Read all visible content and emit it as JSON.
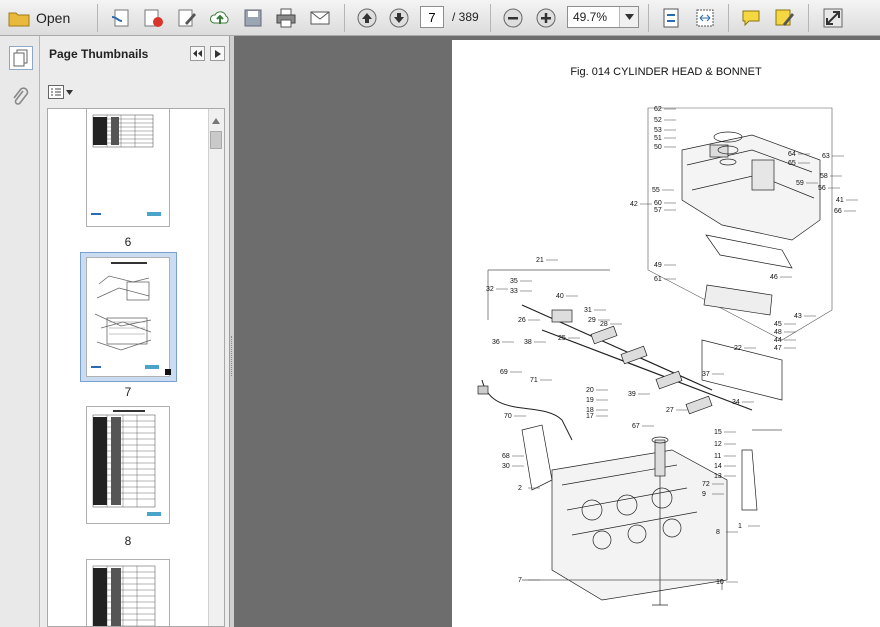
{
  "toolbar": {
    "open_label": "Open",
    "page_current": "7",
    "page_total": "/ 389",
    "zoom_value": "49.7%"
  },
  "sidebar": {
    "title": "Page Thumbnails",
    "thumbnails": [
      {
        "label": "6",
        "selected": false
      },
      {
        "label": "7",
        "selected": true
      },
      {
        "label": "8",
        "selected": false
      }
    ]
  },
  "document": {
    "figure_title": "Fig. 014 CYLINDER HEAD & BONNET",
    "callouts": [
      "62",
      "52",
      "53",
      "51",
      "50",
      "64",
      "65",
      "63",
      "58",
      "59",
      "56",
      "55",
      "42",
      "60",
      "57",
      "41",
      "66",
      "49",
      "46",
      "61",
      "21",
      "35",
      "33",
      "32",
      "40",
      "31",
      "29",
      "28",
      "26",
      "36",
      "25",
      "38",
      "45",
      "48",
      "44",
      "47",
      "43",
      "22",
      "37",
      "39",
      "27",
      "69",
      "71",
      "20",
      "19",
      "18",
      "70",
      "17",
      "15",
      "12",
      "11",
      "14",
      "13",
      "72",
      "9",
      "10",
      "7",
      "8",
      "2",
      "1",
      "67",
      "68",
      "30",
      "34"
    ]
  },
  "colors": {
    "toolbar_bg": "#e4e4e4",
    "document_bg": "#6d6d6d",
    "selected_thumb": "#c9dcf2"
  }
}
